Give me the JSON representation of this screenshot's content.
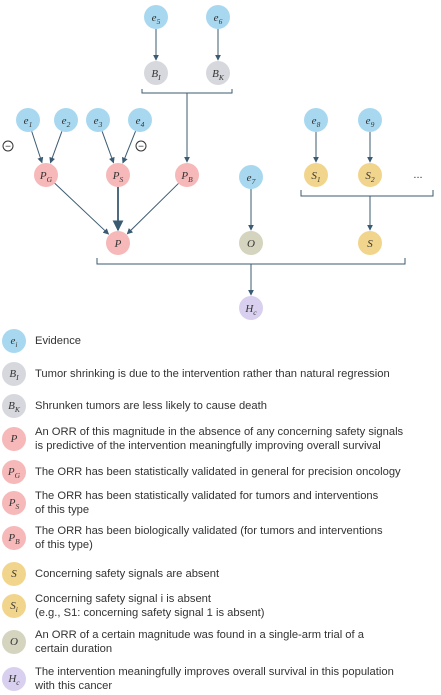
{
  "colors": {
    "evidence": "#a8d8f0",
    "biologic": "#d6d8de",
    "predictive": "#f6b8b8",
    "safety": "#f2d58c",
    "observation": "#d4d4bf",
    "hypothesis": "#d8d0ee",
    "line": "#3b5b72"
  },
  "diagram": {
    "nodes": {
      "e5": {
        "main": "e",
        "sub": "5"
      },
      "e6": {
        "main": "e",
        "sub": "6"
      },
      "BI": {
        "main": "B",
        "sub": "I"
      },
      "BK": {
        "main": "B",
        "sub": "K"
      },
      "e1": {
        "main": "e",
        "sub": "1"
      },
      "e2": {
        "main": "e",
        "sub": "2"
      },
      "e3": {
        "main": "e",
        "sub": "3"
      },
      "e4": {
        "main": "e",
        "sub": "4"
      },
      "e8": {
        "main": "e",
        "sub": "8"
      },
      "e9": {
        "main": "e",
        "sub": "9"
      },
      "e7": {
        "main": "e",
        "sub": "7"
      },
      "PG": {
        "main": "P",
        "sub": "G"
      },
      "PS": {
        "main": "P",
        "sub": "S"
      },
      "PB": {
        "main": "P",
        "sub": "B"
      },
      "S1": {
        "main": "S",
        "sub": "1"
      },
      "S2": {
        "main": "S",
        "sub": "2"
      },
      "P": {
        "main": "P",
        "sub": ""
      },
      "O": {
        "main": "O",
        "sub": ""
      },
      "S": {
        "main": "S",
        "sub": ""
      },
      "Hc": {
        "main": "H",
        "sub": "c"
      }
    },
    "minus_symbol": "−",
    "ellipsis": "..."
  },
  "legend": [
    {
      "main": "e",
      "sub": "i",
      "color": "evidence",
      "lines": [
        "Evidence"
      ]
    },
    {
      "main": "B",
      "sub": "I",
      "color": "biologic",
      "lines": [
        "Tumor shrinking is due to the intervention rather than natural regression"
      ]
    },
    {
      "main": "B",
      "sub": "K",
      "color": "biologic",
      "lines": [
        "Shrunken tumors are less likely to cause death"
      ]
    },
    {
      "main": "P",
      "sub": "",
      "color": "predictive",
      "lines": [
        "An ORR of this magnitude in the absence of any concerning safety signals",
        "is predictive of the intervention meaningfully improving overall survival"
      ]
    },
    {
      "main": "P",
      "sub": "G",
      "color": "predictive",
      "lines": [
        "The ORR has been statistically validated in general for precision oncology"
      ]
    },
    {
      "main": "P",
      "sub": "S",
      "color": "predictive",
      "lines": [
        "The ORR has been statistically validated for tumors and interventions",
        "of this type"
      ]
    },
    {
      "main": "P",
      "sub": "B",
      "color": "predictive",
      "lines": [
        "The ORR has been biologically validated (for tumors and interventions",
        "of this type)"
      ]
    },
    {
      "main": "S",
      "sub": "",
      "color": "safety",
      "lines": [
        "Concerning safety signals are absent"
      ]
    },
    {
      "main": "S",
      "sub": "i",
      "color": "safety",
      "lines": [
        "Concerning safety signal i is absent",
        "(e.g., S1: concerning safety signal 1 is absent)"
      ]
    },
    {
      "main": "O",
      "sub": "",
      "color": "observation",
      "lines": [
        "An ORR of a certain magnitude was found in a single-arm trial of a",
        "certain duration"
      ]
    },
    {
      "main": "H",
      "sub": "c",
      "color": "hypothesis",
      "lines": [
        "The intervention meaningfully improves overall survival in this population",
        "with this cancer"
      ]
    }
  ]
}
